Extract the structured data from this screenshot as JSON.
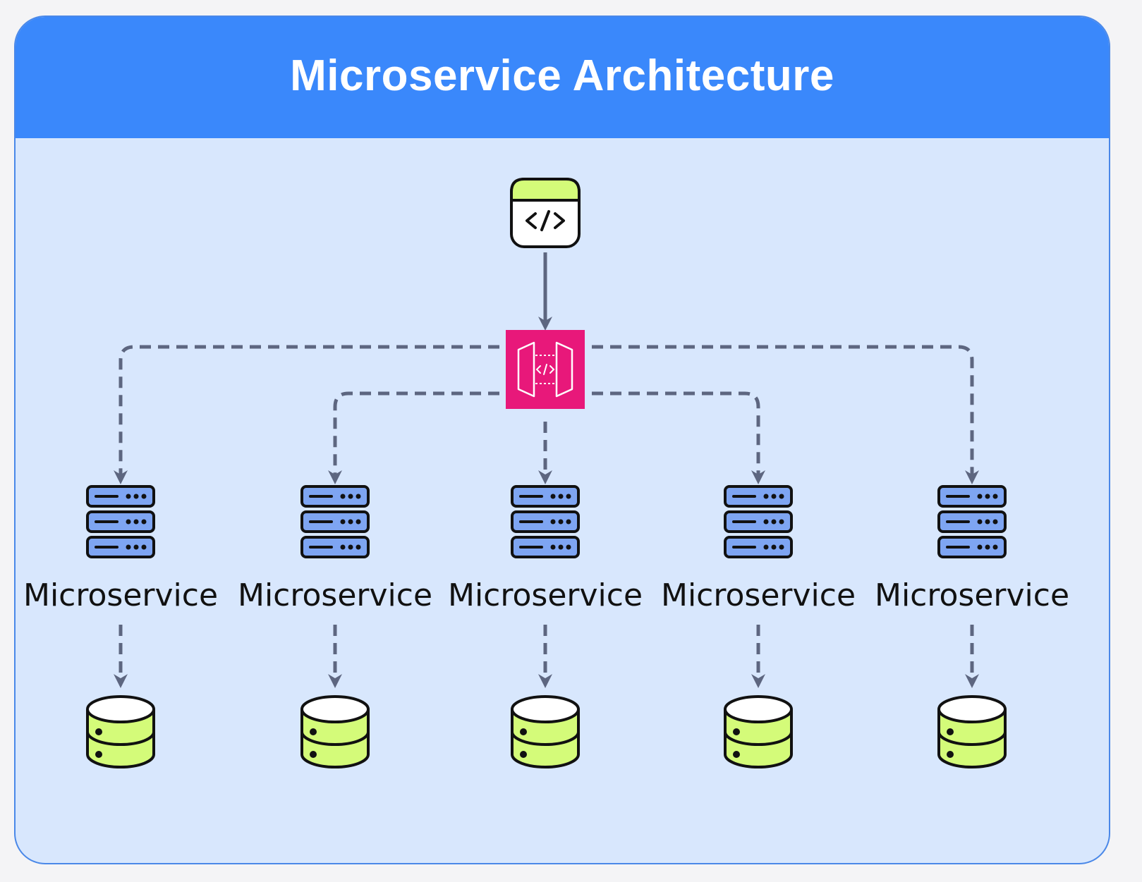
{
  "title": "Microservice Architecture",
  "nodes": {
    "client": {
      "icon": "code-window-icon"
    },
    "gateway": {
      "icon": "api-gateway-icon"
    },
    "services": [
      {
        "label": "Microservice",
        "icon": "server-stack-icon"
      },
      {
        "label": "Microservice",
        "icon": "server-stack-icon"
      },
      {
        "label": "Microservice",
        "icon": "server-stack-icon"
      },
      {
        "label": "Microservice",
        "icon": "server-stack-icon"
      },
      {
        "label": "Microservice",
        "icon": "server-stack-icon"
      }
    ],
    "databases": [
      {
        "icon": "database-icon"
      },
      {
        "icon": "database-icon"
      },
      {
        "icon": "database-icon"
      },
      {
        "icon": "database-icon"
      },
      {
        "icon": "database-icon"
      }
    ]
  },
  "colors": {
    "header": "#3a88fb",
    "canvas": "#d8e7fd",
    "border": "#4a88e8",
    "gateway": "#e8187a",
    "server": "#7ea5f2",
    "database": "#d4fb79",
    "client_bar": "#d4fb79",
    "connector": "#5d6680"
  }
}
